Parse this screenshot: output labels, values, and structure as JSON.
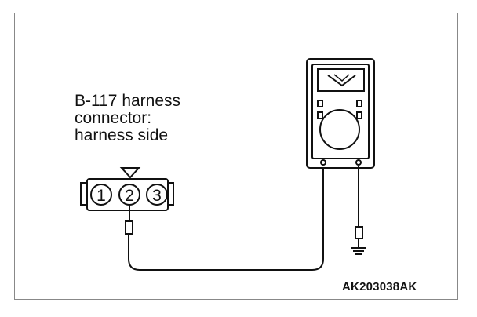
{
  "diagram": {
    "connector_label": {
      "line1": "B-117 harness",
      "line2": "connector:",
      "line3": "harness side"
    },
    "pins": [
      "1",
      "2",
      "3"
    ],
    "figure_code": "AK203038AK",
    "meter_display_symbol": "V"
  }
}
